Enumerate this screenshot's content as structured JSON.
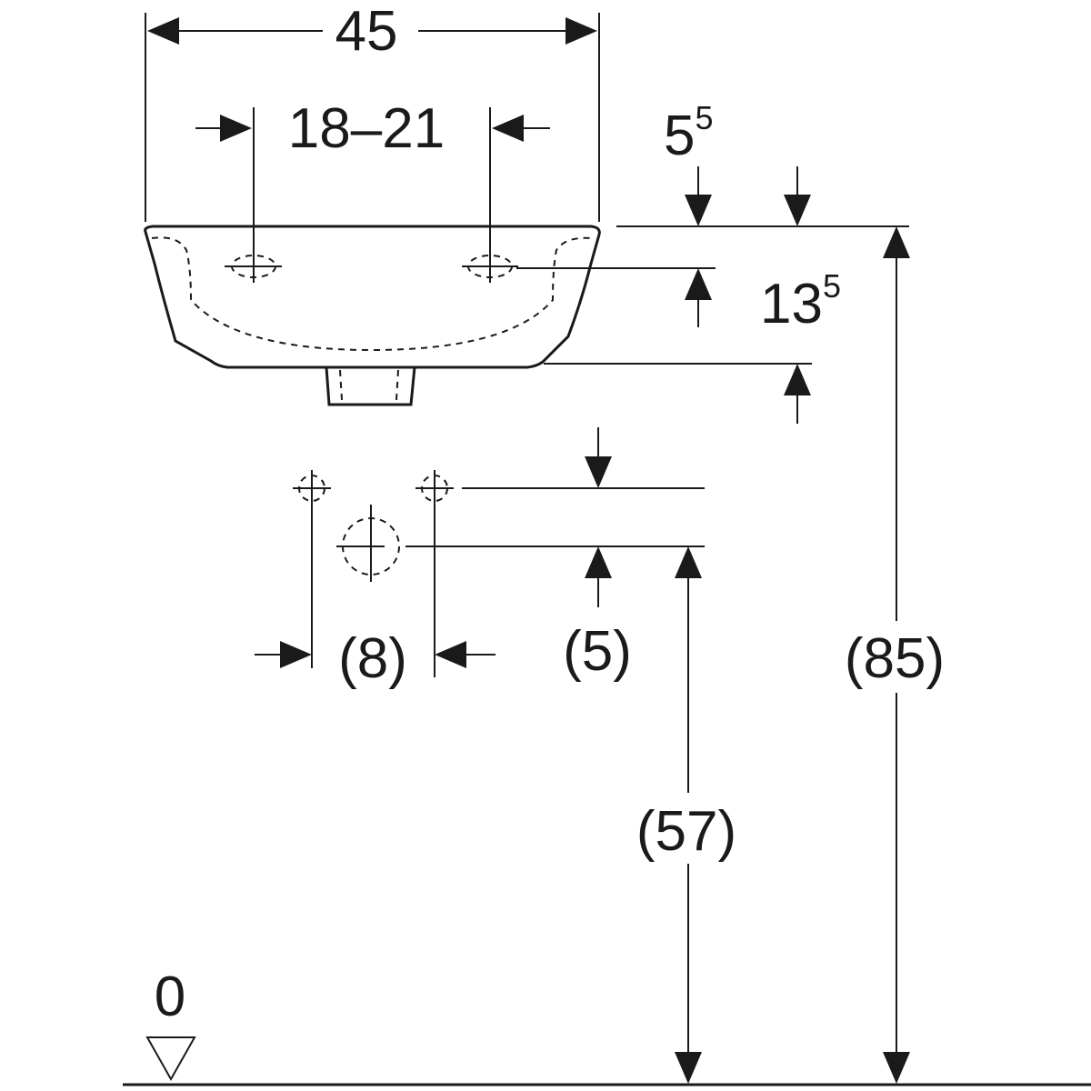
{
  "dimensions": {
    "overall_width": "45",
    "tap_hole_spacing": "18–21",
    "rim_offset_main": "5",
    "rim_offset_sup": "5",
    "tap_hole_depth_main": "13",
    "tap_hole_depth_sup": "5",
    "supply_spacing": "(8)",
    "supply_offset": "(5)",
    "waste_height": "(57)",
    "rim_height": "(85)",
    "floor_level": "0"
  }
}
